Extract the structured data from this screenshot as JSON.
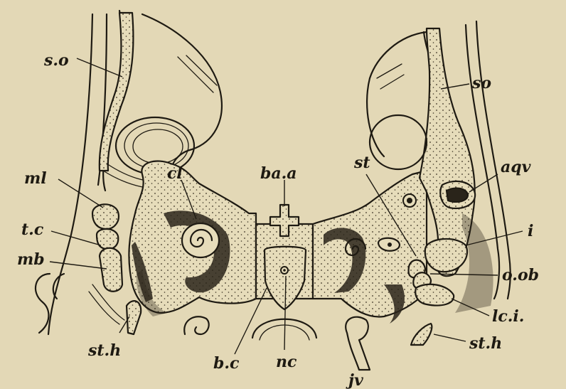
{
  "figure": {
    "labels": {
      "so_left": "s.o",
      "so_right": "so",
      "ml": "ml",
      "tc": "t.c",
      "mb": "mb",
      "sth_left": "st.h",
      "cl": "cl",
      "baa": "ba.a",
      "st": "st",
      "aqv": "aqv",
      "i": "i",
      "oob": "o.ob",
      "lci": "lc.i.",
      "sth_right": "st.h",
      "bc": "b.c",
      "nc": "nc",
      "jv": "jv"
    }
  }
}
